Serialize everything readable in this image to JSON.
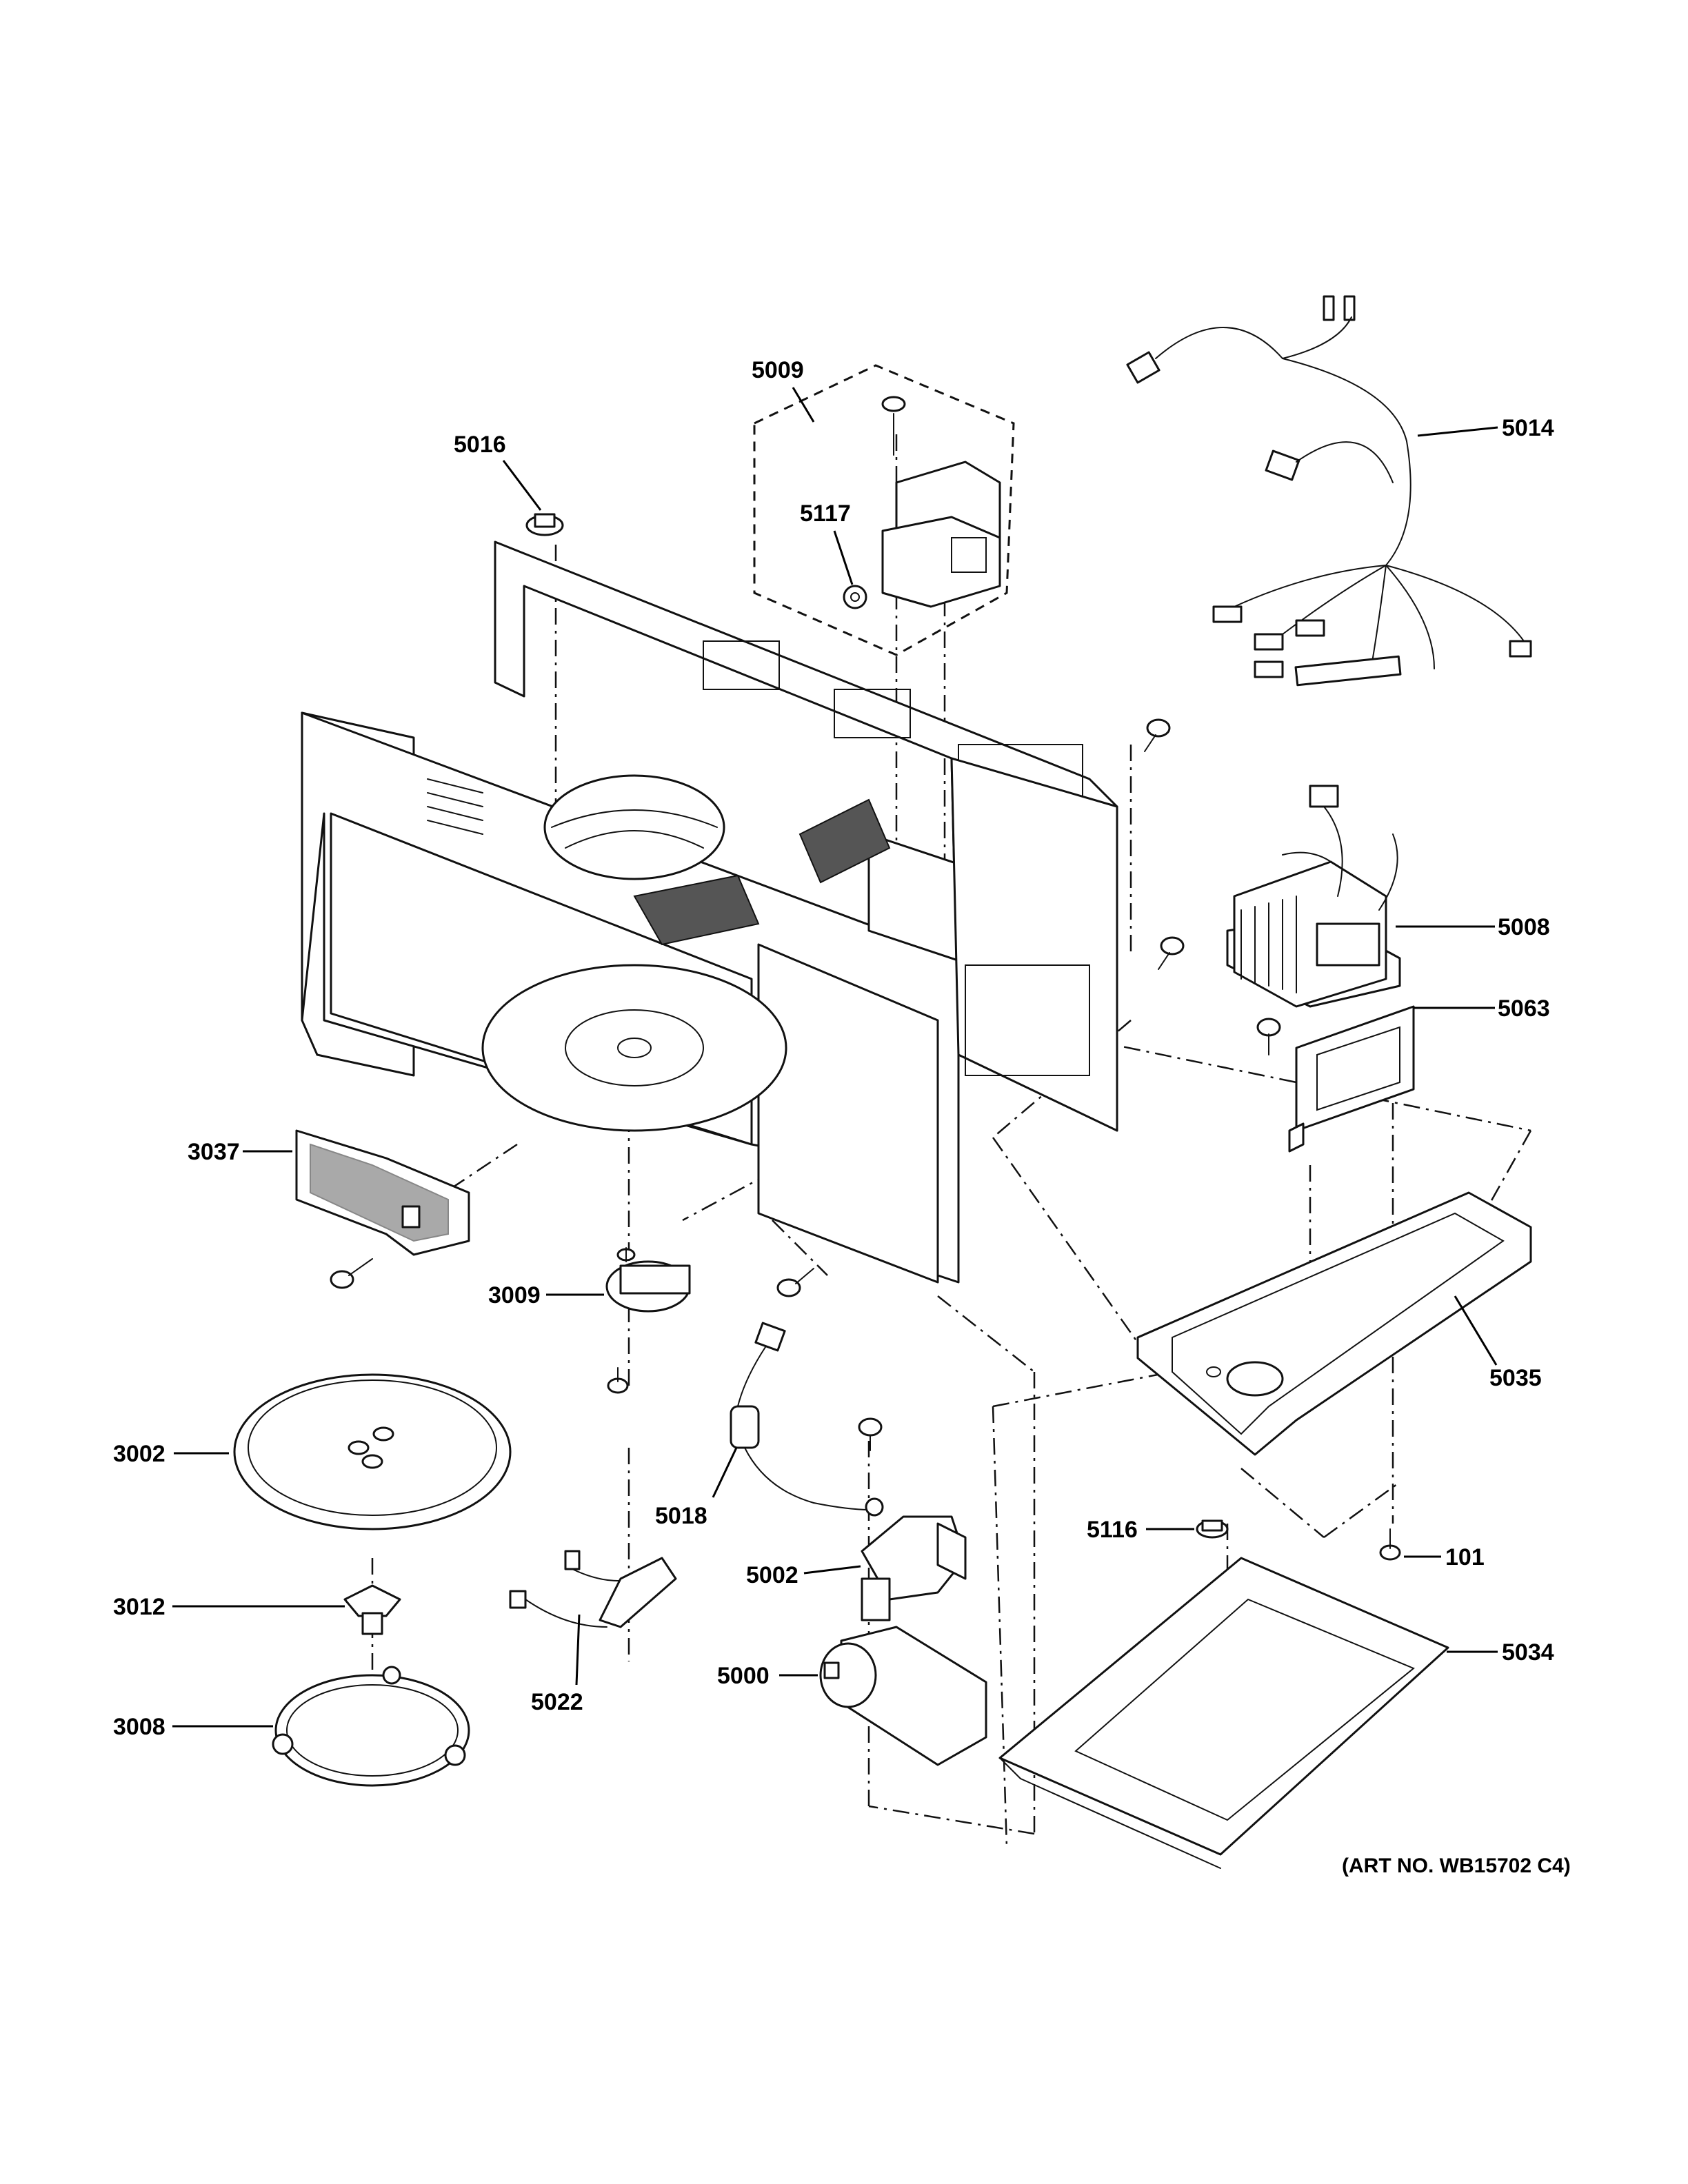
{
  "art_number": "(ART NO. WB15702 C4)",
  "callouts": [
    {
      "id": "c5009",
      "label": "5009"
    },
    {
      "id": "c5016",
      "label": "5016"
    },
    {
      "id": "c5117",
      "label": "5117"
    },
    {
      "id": "c5014",
      "label": "5014"
    },
    {
      "id": "c5008",
      "label": "5008"
    },
    {
      "id": "c5063",
      "label": "5063"
    },
    {
      "id": "c3037",
      "label": "3037"
    },
    {
      "id": "c3009",
      "label": "3009"
    },
    {
      "id": "c5035",
      "label": "5035"
    },
    {
      "id": "c3002",
      "label": "3002"
    },
    {
      "id": "c5018",
      "label": "5018"
    },
    {
      "id": "c5002",
      "label": "5002"
    },
    {
      "id": "c5116",
      "label": "5116"
    },
    {
      "id": "c101",
      "label": "101"
    },
    {
      "id": "c3012",
      "label": "3012"
    },
    {
      "id": "c5034",
      "label": "5034"
    },
    {
      "id": "c5022",
      "label": "5022"
    },
    {
      "id": "c5000",
      "label": "5000"
    },
    {
      "id": "c3008",
      "label": "3008"
    }
  ]
}
